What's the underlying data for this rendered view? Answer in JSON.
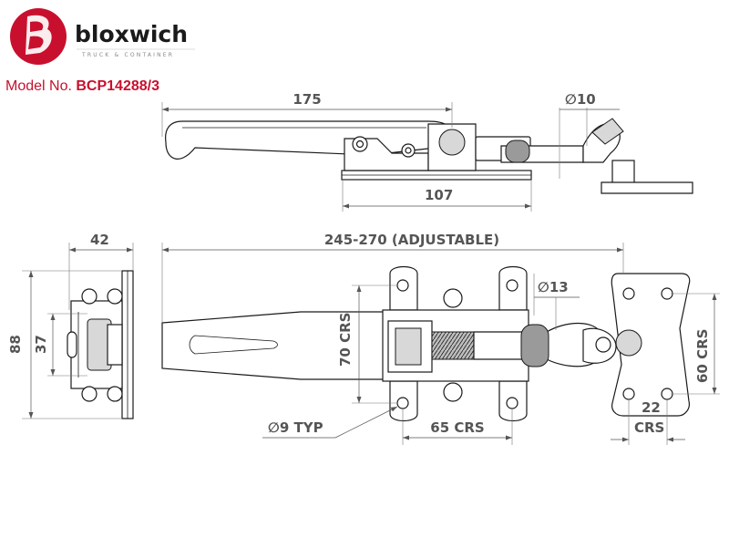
{
  "brand": {
    "name": "bloxwich",
    "tagline": "TRUCK & CONTAINER",
    "accent_color": "#c8102e"
  },
  "model": {
    "label": "Model No.",
    "number": "BCP14288/3"
  },
  "dimensions": {
    "handle_length": "175",
    "pin_diameter": "∅10",
    "base_length": "107",
    "side_width": "42",
    "overall_length": "245-270 (ADJUSTABLE)",
    "side_height": "88",
    "side_inner_height": "37",
    "mount_hole_spacing_vertical": "70 CRS",
    "mount_hole_spacing_horizontal": "65 CRS",
    "keeper_hole_diameter": "∅13",
    "keeper_hole_spacing_vertical": "60 CRS",
    "keeper_hole_spacing_horizontal_value": "22",
    "keeper_hole_spacing_horizontal_unit": "CRS",
    "hole_diameter_typ": "∅9 TYP"
  }
}
